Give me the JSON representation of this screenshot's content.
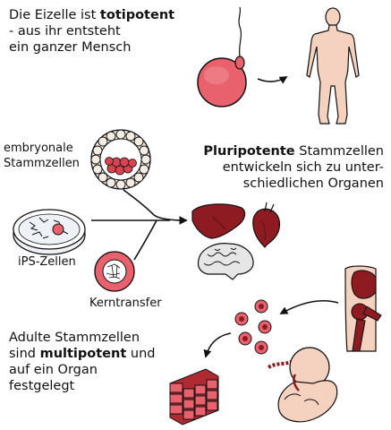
{
  "totipotent": {
    "line1_pre": "Die Eizelle ist ",
    "line1_bold": "totipotent",
    "line2": " - aus ihr entsteht",
    "line3": "ein ganzer Mensch"
  },
  "embryonic": {
    "line1": "embryonale",
    "line2": "Stammzellen"
  },
  "pluripotent": {
    "line1_bold": "Pluripotente",
    "line1_rest": " Stammzellen",
    "line2": "entwickeln sich zu unter-",
    "line3": "schiedlichen Organen"
  },
  "ips": {
    "label": "iPS-Zellen"
  },
  "kerntransfer": {
    "label": "Kerntransfer"
  },
  "adult": {
    "line1": "Adulte Stammzellen",
    "line2_pre": "sind ",
    "line2_bold": "multipotent",
    "line2_post": " und",
    "line3": "auf ein Organ",
    "line4": "festgelegt"
  },
  "colors": {
    "cell_red": "#e8616c",
    "organ_red": "#8e1b22",
    "skin": "#f5d2bf",
    "outline": "#111111"
  },
  "icons": [
    "egg-cell-icon",
    "human-body-icon",
    "blastocyst-icon",
    "petri-dish-icon",
    "nuclear-transfer-cell-icon",
    "liver-icon",
    "heart-icon",
    "brain-icon",
    "hip-joint-icon",
    "blood-cells-icon",
    "muscle-tissue-icon",
    "fetus-icon"
  ]
}
